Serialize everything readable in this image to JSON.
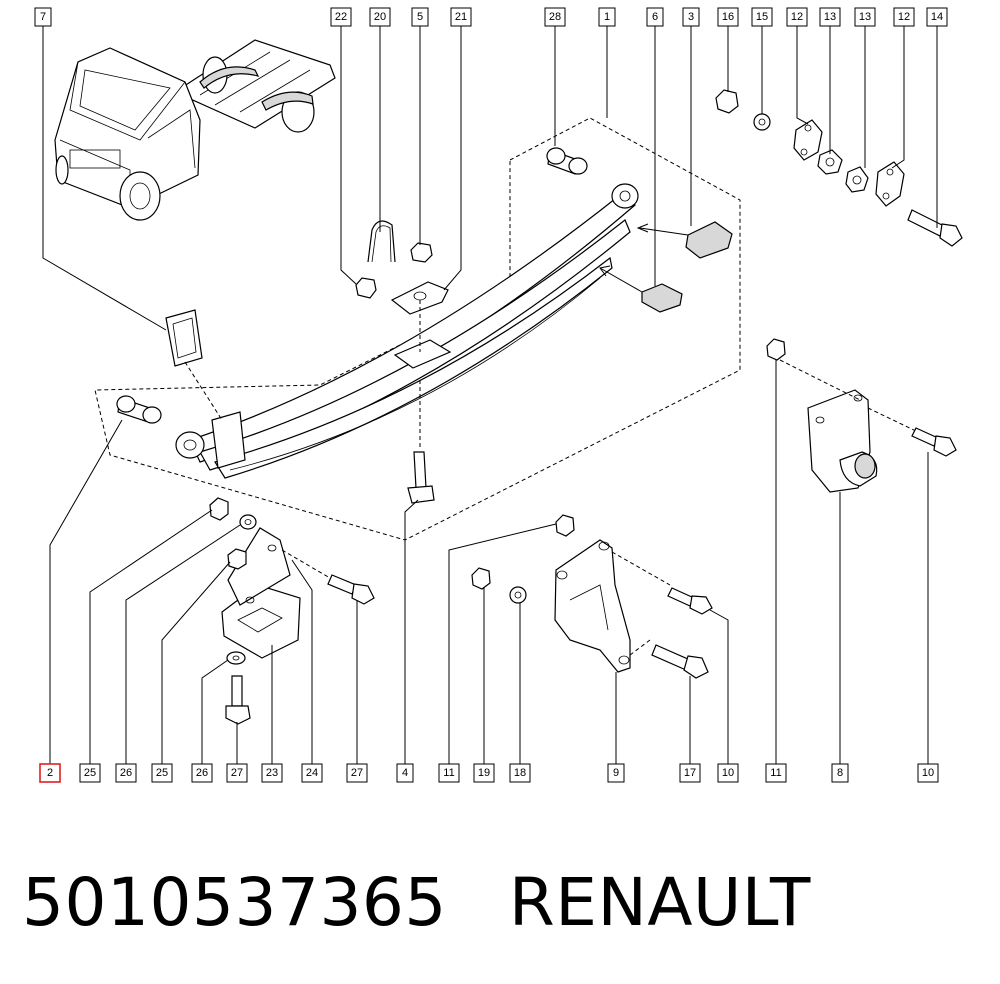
{
  "callouts_top": [
    "7",
    "22",
    "20",
    "5",
    "21",
    "28",
    "1",
    "6",
    "3",
    "16",
    "15",
    "12",
    "13",
    "13",
    "12",
    "14"
  ],
  "callouts_bottom": [
    "2",
    "25",
    "26",
    "25",
    "26",
    "27",
    "23",
    "24",
    "27",
    "4",
    "11",
    "19",
    "18",
    "9",
    "17",
    "10",
    "11",
    "8",
    "10"
  ],
  "highlighted_callout": "2",
  "footer": {
    "part_number": "5010537365",
    "brand": "RENAULT"
  },
  "colors": {
    "line": "#000000",
    "highlight": "#e02020",
    "shade": "#d8d8d8"
  }
}
